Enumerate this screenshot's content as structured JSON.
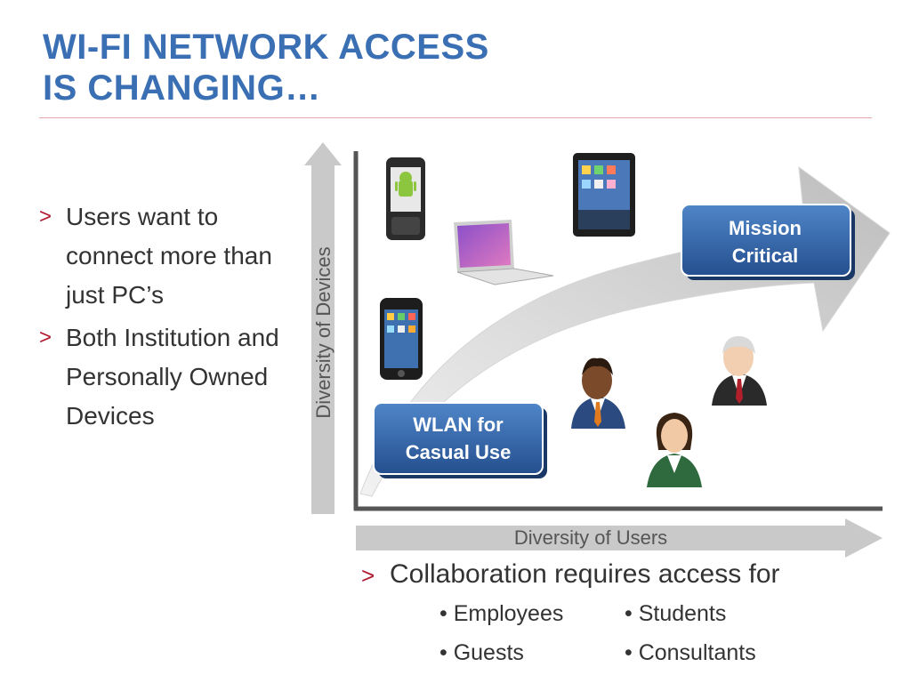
{
  "slide": {
    "title_line1": "WI-FI NETWORK ACCESS",
    "title_line2": "IS CHANGING…",
    "bullets": [
      {
        "marker": ">",
        "text": "Users want to connect more than just PC’s"
      },
      {
        "marker": ">",
        "text": "Both Institution and Personally Owned Devices"
      }
    ],
    "bottom": {
      "marker": ">",
      "text": "Collaboration requires access for",
      "items": [
        "• Employees",
        "• Students",
        "• Guests",
        "• Consultants"
      ]
    }
  },
  "diagram": {
    "y_axis_label": "Diversity of Devices",
    "x_axis_label": "Diversity of Users",
    "start_label": [
      "WLAN for",
      "Casual Use"
    ],
    "end_label": [
      "Mission",
      "Critical"
    ],
    "colors": {
      "title": "#3a6fb4",
      "marker": "#b0192f",
      "pill": "#2f5f9f",
      "arrow": "#c9c9c9",
      "axis": "#555555"
    },
    "icons": [
      "android-phone-icon",
      "laptop-icon",
      "tablet-icon",
      "smartphone-icon",
      "businessman-icon",
      "businesswoman-icon",
      "executive-icon"
    ]
  }
}
